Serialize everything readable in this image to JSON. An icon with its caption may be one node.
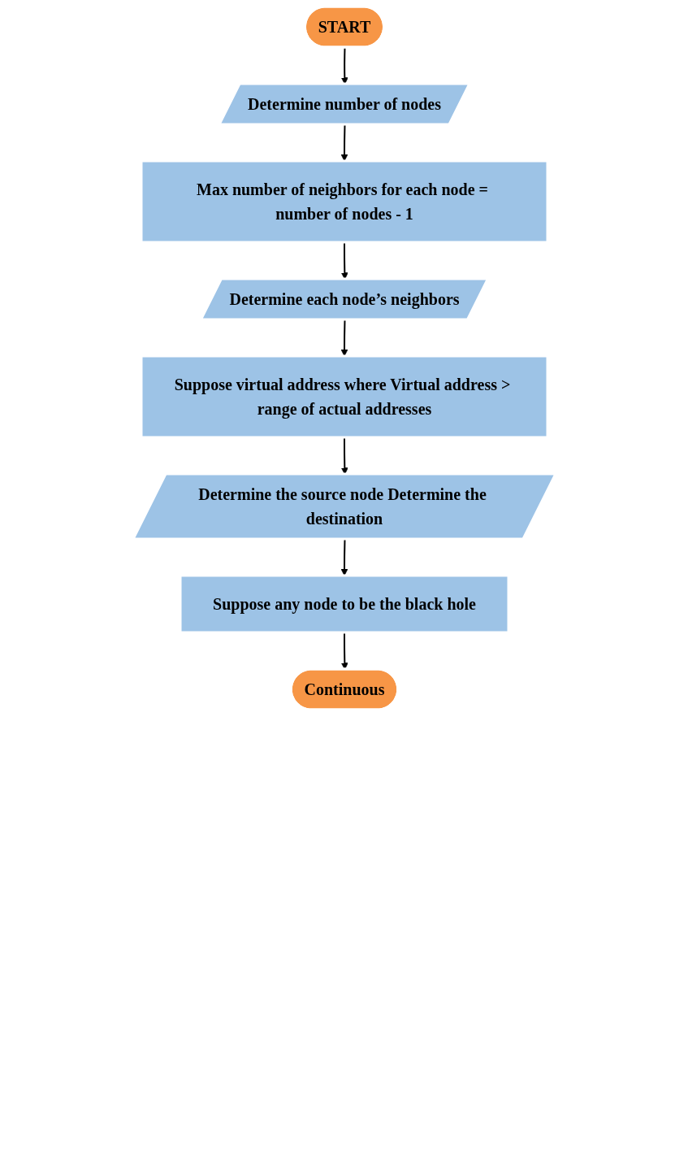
{
  "diagram": {
    "nodes": [
      {
        "text": [
          "START"
        ]
      },
      {
        "text": [
          "Determine number of nodes"
        ]
      },
      {
        "text": [
          "Max number of neighbors for each node = number of nodes - 1"
        ]
      },
      {
        "text": [
          "Determine each node’s neighbors"
        ]
      },
      {
        "text": [
          "Suppose virtual address where Virtual address > range of actual addresses"
        ]
      },
      {
        "text": [
          "Determine the source node Determine the destination"
        ]
      },
      {
        "text": [
          "Suppose any node to be the black hole"
        ]
      },
      {
        "text": [
          "Continuous"
        ]
      }
    ],
    "edges": [
      {
        "from": 0,
        "to": 1,
        "arrow": "to"
      },
      {
        "from": 1,
        "to": 2,
        "arrow": "to"
      },
      {
        "from": 2,
        "to": 3,
        "arrow": "to"
      },
      {
        "from": 3,
        "to": 4,
        "arrow": "to"
      },
      {
        "from": 4,
        "to": 5,
        "arrow": "to"
      },
      {
        "from": 5,
        "to": 6,
        "arrow": "to"
      },
      {
        "from": 6,
        "to": 7,
        "arrow": "to"
      }
    ]
  }
}
